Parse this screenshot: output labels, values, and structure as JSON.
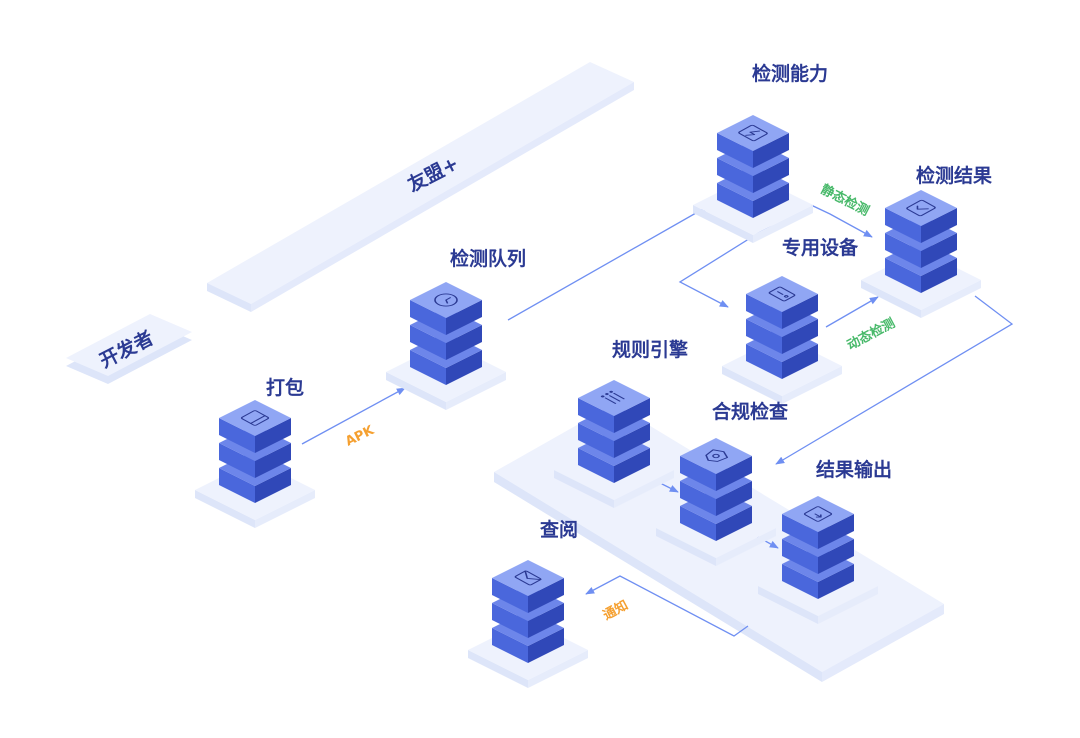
{
  "colors": {
    "plate_top": "#eef2fd",
    "plate_left": "#dde5f9",
    "plate_right": "#e6ecfb",
    "stack_top": "#90a6f4",
    "stack_left": "#4a67dc",
    "stack_right": "#3048b8",
    "arrow": "#6f8ff2",
    "label": "#2b3a93",
    "orange": "#f5a030",
    "green": "#48b96a"
  },
  "labels": {
    "developer": "开发者",
    "alliance": "友盟+",
    "package": "打包",
    "queue": "检测队列",
    "capability": "检测能力",
    "result": "检测结果",
    "device": "专用设备",
    "rule_engine": "规则引擎",
    "compliance": "合规检查",
    "output": "结果输出",
    "review": "查阅"
  },
  "edge_labels": {
    "apk": "APK",
    "static": "静态检测",
    "dynamic": "动态检测",
    "notify": "通知"
  },
  "icons": {
    "package": "tablet-icon",
    "queue": "clock-icon",
    "capability": "shield-bolt-icon",
    "result": "document-check-icon",
    "device": "device-icon",
    "rule_engine": "list-icon",
    "compliance": "shield-icon",
    "output": "export-icon",
    "review": "mail-icon"
  }
}
